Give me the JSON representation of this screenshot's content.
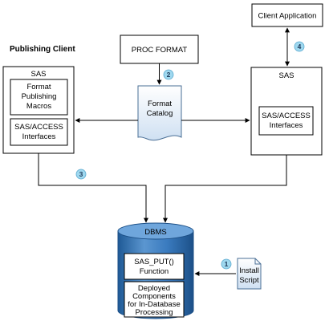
{
  "client_application": {
    "label": "Client Application"
  },
  "publishing_client": {
    "title": "Publishing Client"
  },
  "proc_format": {
    "label": "PROC FORMAT"
  },
  "format_catalog": {
    "line1": "Format",
    "line2": "Catalog"
  },
  "sas_left": {
    "title": "SAS",
    "format_macros": {
      "line1": "Format",
      "line2": "Publishing",
      "line3": "Macros"
    },
    "access": {
      "line1": "SAS/ACCESS",
      "line2": "Interfaces"
    }
  },
  "sas_right": {
    "title": "SAS",
    "access": {
      "line1": "SAS/ACCESS",
      "line2": "Interfaces"
    }
  },
  "dbms": {
    "title": "DBMS",
    "put_function": {
      "line1": "SAS_PUT()",
      "line2": "Function"
    },
    "deployed": {
      "line1": "Deployed",
      "line2": "Components",
      "line3": "for In-Database",
      "line4": "Processing"
    }
  },
  "install_script": {
    "line1": "Install",
    "line2": "Script"
  },
  "steps": [
    "1",
    "2",
    "3",
    "4"
  ],
  "colors": {
    "step_badge": "#9fd8ef",
    "cylinder_body": "#2b6fb3",
    "cylinder_light": "#6fa6dc",
    "document_fill": "#e6f0fa",
    "document_stroke": "#4a6f96"
  }
}
